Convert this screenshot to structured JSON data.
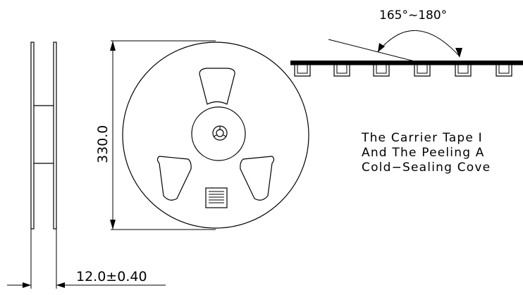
{
  "dimensions": {
    "diameter": "330.0",
    "width": "12.0±0.40",
    "peel_angle": "165°~180°"
  },
  "note_lines": [
    "The Carrier Tape I",
    "And The Peeling A",
    "Cold−Sealing Cove"
  ]
}
